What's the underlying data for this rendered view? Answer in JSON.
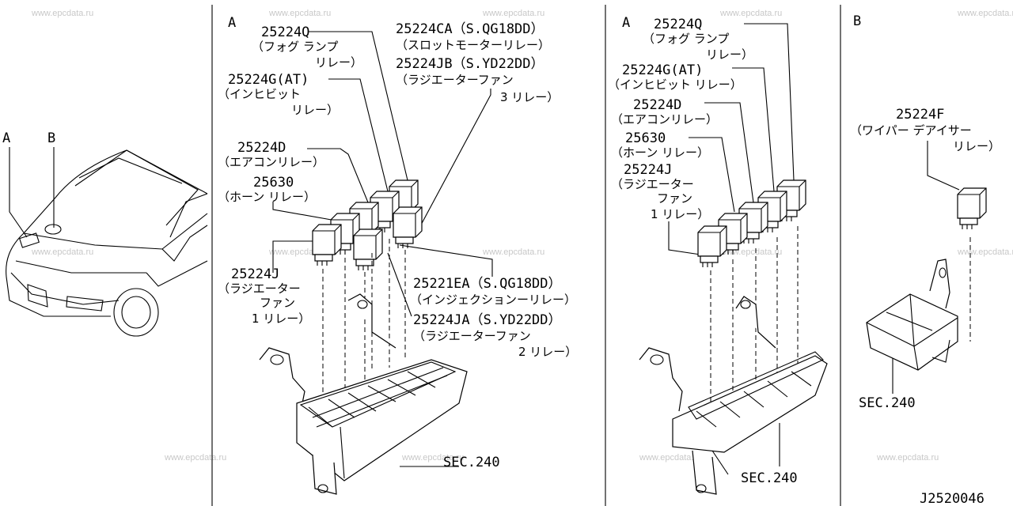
{
  "watermark": "www.epcdata.ru",
  "drawing_number": "J2520046",
  "panels": {
    "car": {
      "label_a": "A",
      "label_b": "B"
    },
    "detail_a1": {
      "title": "A",
      "labels": {
        "p25224Q": [
          "25224Q",
          "（フォグ ランプ",
          "リレー）"
        ],
        "p25224CA": [
          "25224CA（S.QG18DD）",
          "（スロットモーターリレー）"
        ],
        "p25224JB": [
          "25224JB（S.YD22DD）",
          "（ラジエーターファン",
          "3 リレー）"
        ],
        "p25224G": [
          "25224G(AT)",
          "（インヒビット",
          "リレー）"
        ],
        "p25224D": [
          "25224D",
          "（エアコンリレー）"
        ],
        "p25630": [
          "25630",
          "（ホーン リレー）"
        ],
        "p25224J": [
          "25224J",
          "（ラジエーター",
          "ファン",
          "1 リレー）"
        ],
        "p25221EA": [
          "25221EA（S.QG18DD）",
          "（インジェクションーリレー）"
        ],
        "p25224JA": [
          "25224JA（S.YD22DD）",
          "（ラジエーターファン",
          "2 リレー）"
        ],
        "sec": "SEC.240"
      }
    },
    "detail_a2": {
      "title": "A",
      "labels": {
        "p25224Q": [
          "25224Q",
          "（フォグ ランプ",
          "リレー）"
        ],
        "p25224G": [
          "25224G(AT)",
          "（インヒビット リレー）"
        ],
        "p25224D": [
          "25224D",
          "（エアコンリレー）"
        ],
        "p25630": [
          "25630",
          "（ホーン リレー）"
        ],
        "p25224J": [
          "25224J",
          "（ラジエーター",
          "ファン",
          "1 リレー）"
        ],
        "sec": "SEC.240"
      }
    },
    "detail_b": {
      "title": "B",
      "labels": {
        "p25224F": [
          "25224F",
          "（ワイパー デアイサー",
          "リレー）"
        ],
        "sec": "SEC.240"
      }
    }
  }
}
